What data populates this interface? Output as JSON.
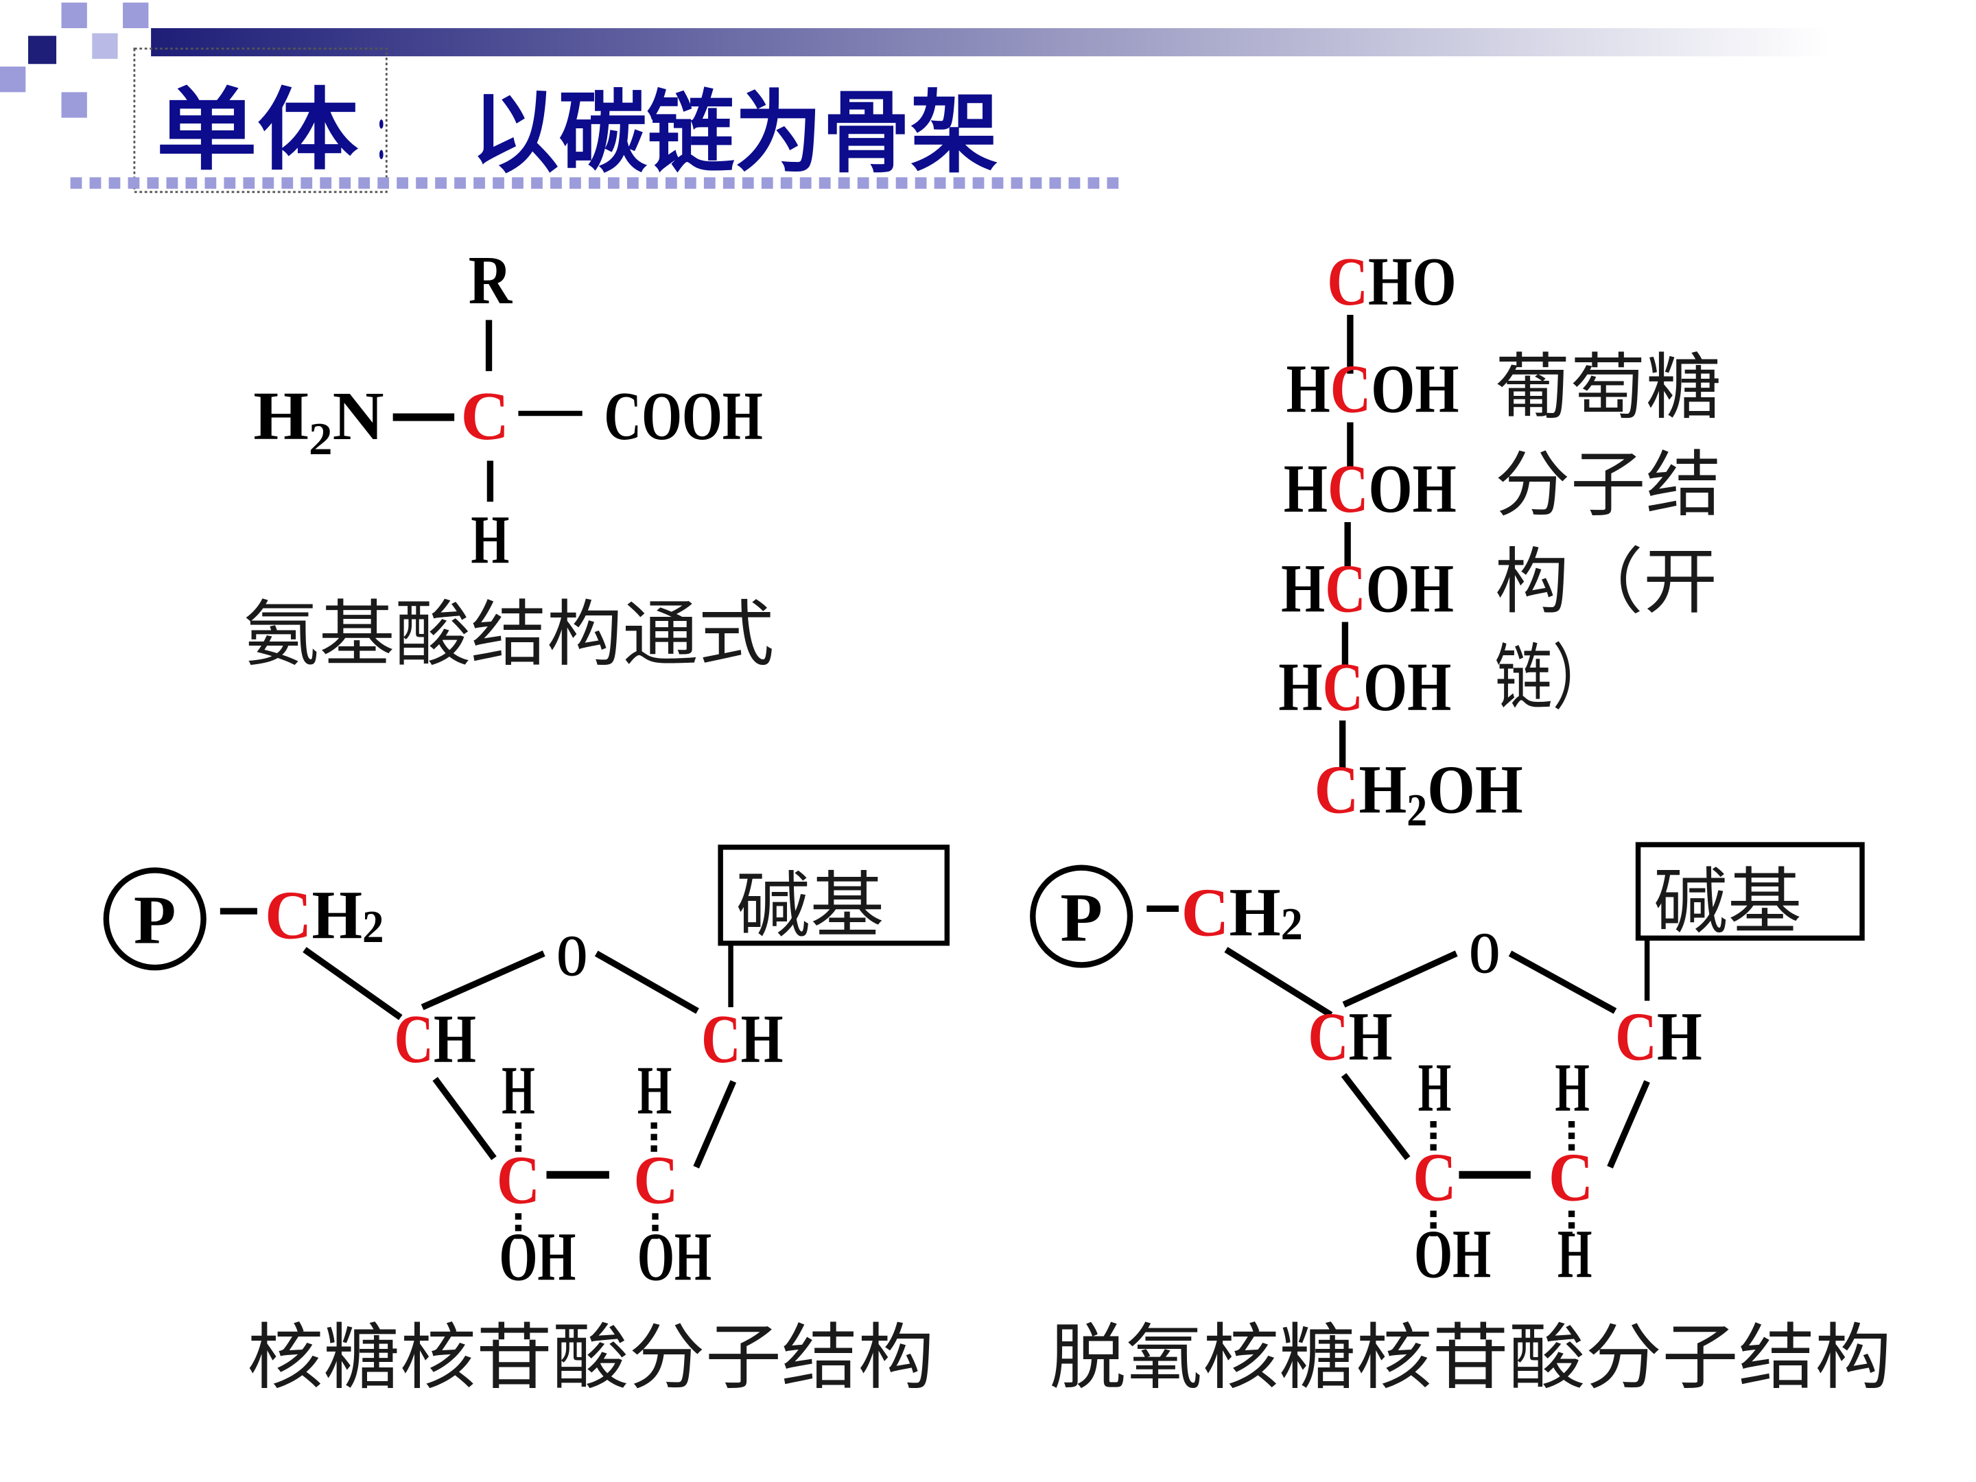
{
  "colors": {
    "title": "#0c0c8c",
    "carbon": "#e4141b",
    "ink": "#000000",
    "accent": "#9c9cdb",
    "header_dark": "#1e1e78"
  },
  "title": {
    "label": "单体",
    "separator": "：",
    "text": "以碳链为骨架"
  },
  "amino_acid": {
    "r_group": "R",
    "amino_h": "H",
    "amino_sub": "2",
    "amino_n": "N",
    "alpha_carbon": "C",
    "carboxyl": "COOH",
    "hydrogen": "H",
    "caption": "氨基酸结构通式"
  },
  "glucose": {
    "aldehyde": {
      "carbon": "C",
      "rest": "HO"
    },
    "rows": [
      {
        "h": "H",
        "carbon": "C",
        "oh": "OH"
      },
      {
        "h": "H",
        "carbon": "C",
        "oh": "OH"
      },
      {
        "h": "H",
        "carbon": "C",
        "oh": "OH"
      },
      {
        "h": "H",
        "carbon": "C",
        "oh": "OH"
      }
    ],
    "terminal": {
      "carbon": "C",
      "h": "H",
      "sub": "2",
      "oh": "OH"
    },
    "caption_lines": [
      "葡萄糖",
      "分子结",
      "构（开",
      "链）"
    ]
  },
  "ribonucleotide": {
    "phosphate": "P",
    "ch2": {
      "carbon": "C",
      "h": "H",
      "sub": "2"
    },
    "base": "碱基",
    "ring_oxygen": "O",
    "c4": {
      "carbon": "C",
      "h": "H"
    },
    "c1": {
      "carbon": "C",
      "h": "H"
    },
    "c3": {
      "top": "H",
      "carbon": "C",
      "bottom": "OH"
    },
    "c2": {
      "top": "H",
      "carbon": "C",
      "bottom": "OH"
    },
    "caption": "核糖核苷酸分子结构"
  },
  "deoxyribonucleotide": {
    "phosphate": "P",
    "ch2": {
      "carbon": "C",
      "h": "H",
      "sub": "2"
    },
    "base": "碱基",
    "ring_oxygen": "O",
    "c4": {
      "carbon": "C",
      "h": "H"
    },
    "c1": {
      "carbon": "C",
      "h": "H"
    },
    "c3": {
      "top": "H",
      "carbon": "C",
      "bottom": "OH"
    },
    "c2": {
      "top": "H",
      "carbon": "C",
      "bottom": "H"
    },
    "caption": "脱氧核糖核苷酸分子结构"
  }
}
